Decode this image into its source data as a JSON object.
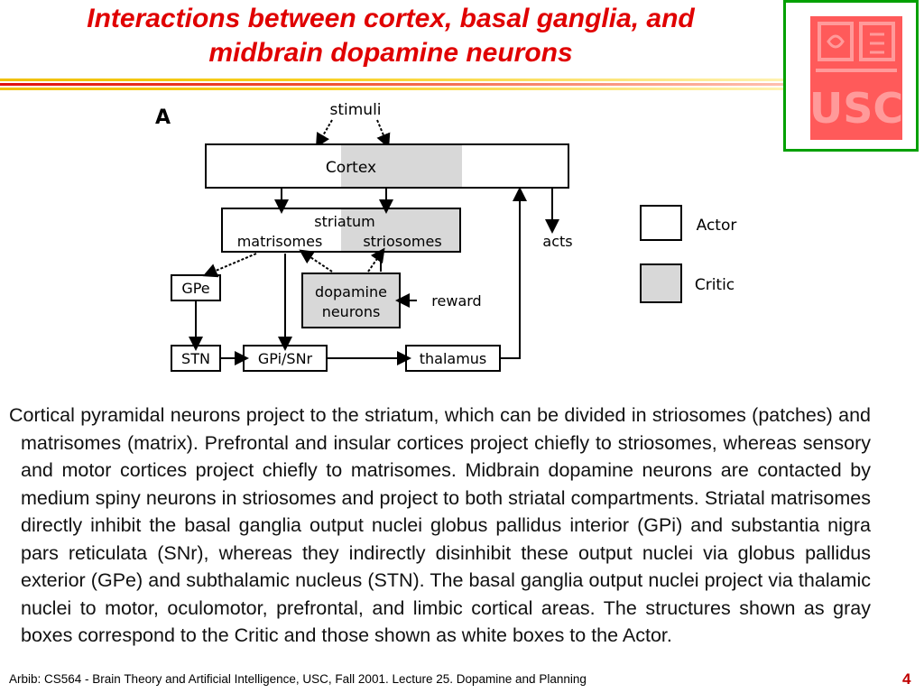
{
  "slide": {
    "title_line1": "Interactions between cortex, basal ganglia, and",
    "title_line2": "midbrain dopamine neurons",
    "body": "Cortical pyramidal neurons project to the striatum, which can be divided in striosomes (patches) and matrisomes (matrix). Prefrontal and insular cortices project chiefly to striosomes, whereas sensory and motor cortices project chiefly to matrisomes. Midbrain dopamine neurons are contacted by medium spiny neurons in striosomes and project to both striatal compartments. Striatal matrisomes directly inhibit the basal ganglia output nuclei globus pallidus interior (GPi) and substantia nigra pars reticulata (SNr), whereas they indirectly disinhibit these output nuclei via globus pallidus exterior (GPe) and subthalamic nucleus (STN). The basal ganglia output nuclei project via thalamic nuclei to motor, oculomotor, prefrontal, and limbic cortical areas. The structures shown as gray boxes correspond to the Critic and those shown as white boxes to the Actor.",
    "footer": "Arbib: CS564 - Brain Theory and Artificial Intelligence,  USC, Fall 2001. Lecture 25. Dopamine and Planning",
    "page_number": "4"
  },
  "logo": {
    "text": "USC"
  },
  "diagram": {
    "panel_label": "A",
    "stimuli": "stimuli",
    "cortex": "Cortex",
    "striatum": "striatum",
    "matrisomes": "matrisomes",
    "striosomes": "striosomes",
    "acts": "acts",
    "gpe": "GPe",
    "dopamine_line1": "dopamine",
    "dopamine_line2": "neurons",
    "reward": "reward",
    "stn": "STN",
    "gpi_snr": "GPi/SNr",
    "thalamus": "thalamus",
    "legend_actor": "Actor",
    "legend_critic": "Critic"
  },
  "colors": {
    "title": "#e00000",
    "critic_fill": "#d8d8d8",
    "actor_fill": "#ffffff",
    "logo_red": "#ff5a5a",
    "frame_green": "#00a000"
  }
}
